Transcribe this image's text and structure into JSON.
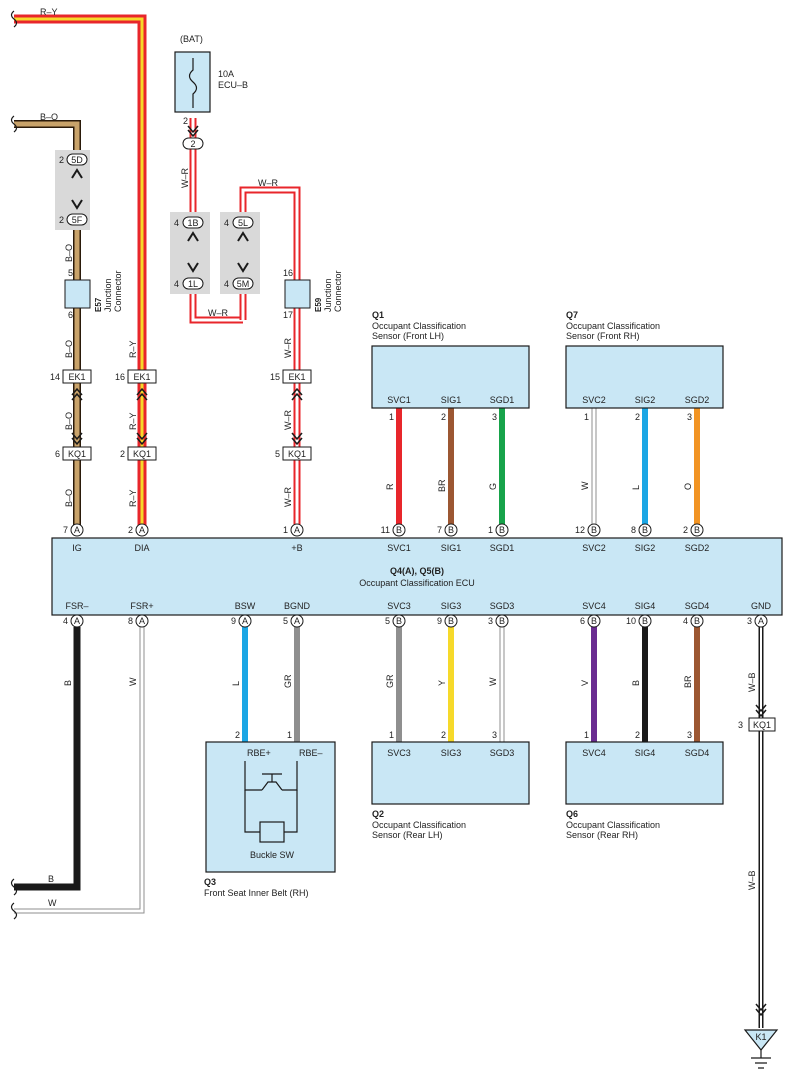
{
  "colors": {
    "red": "#e8262b",
    "yellow": "#f6d92a",
    "tan": "#c9a36a",
    "brown": "#9c5732",
    "green": "#17a34a",
    "blue": "#1aa6e5",
    "orange": "#f29423",
    "gray": "#8f8f8f",
    "violet": "#6a2c91",
    "black": "#1a1a1a",
    "panel": "#c9e7f5",
    "connector_shade": "#d9d9d9"
  },
  "ecu": {
    "title": "Q4(A), Q5(B)",
    "subtitle": "Occupant Classification ECU",
    "top_terminals": [
      {
        "name": "IG",
        "pin": "7",
        "conn": "A"
      },
      {
        "name": "DIA",
        "pin": "2",
        "conn": "A"
      },
      {
        "name": "+B",
        "pin": "1",
        "conn": "A"
      },
      {
        "name": "SVC1",
        "pin": "11",
        "conn": "B"
      },
      {
        "name": "SIG1",
        "pin": "7",
        "conn": "B"
      },
      {
        "name": "SGD1",
        "pin": "1",
        "conn": "B"
      },
      {
        "name": "SVC2",
        "pin": "12",
        "conn": "B"
      },
      {
        "name": "SIG2",
        "pin": "8",
        "conn": "B"
      },
      {
        "name": "SGD2",
        "pin": "2",
        "conn": "B"
      }
    ],
    "bottom_terminals": [
      {
        "name": "FSR–",
        "pin": "4",
        "conn": "A"
      },
      {
        "name": "FSR+",
        "pin": "8",
        "conn": "A"
      },
      {
        "name": "BSW",
        "pin": "9",
        "conn": "A"
      },
      {
        "name": "BGND",
        "pin": "5",
        "conn": "A"
      },
      {
        "name": "SVC3",
        "pin": "5",
        "conn": "B"
      },
      {
        "name": "SIG3",
        "pin": "9",
        "conn": "B"
      },
      {
        "name": "SGD3",
        "pin": "3",
        "conn": "B"
      },
      {
        "name": "SVC4",
        "pin": "6",
        "conn": "B"
      },
      {
        "name": "SIG4",
        "pin": "10",
        "conn": "B"
      },
      {
        "name": "SGD4",
        "pin": "4",
        "conn": "B"
      },
      {
        "name": "GND",
        "pin": "3",
        "conn": "A"
      }
    ]
  },
  "sensors": {
    "q1": {
      "code": "Q1",
      "name": "Occupant Classification",
      "name2": "Sensor (Front LH)",
      "terms": [
        "SVC1",
        "SIG1",
        "SGD1"
      ],
      "pins": [
        "1",
        "2",
        "3"
      ],
      "wires": [
        "R",
        "BR",
        "G"
      ]
    },
    "q7": {
      "code": "Q7",
      "name": "Occupant Classification",
      "name2": "Sensor (Front RH)",
      "terms": [
        "SVC2",
        "SIG2",
        "SGD2"
      ],
      "pins": [
        "1",
        "2",
        "3"
      ],
      "wires": [
        "W",
        "L",
        "O"
      ]
    },
    "q2": {
      "code": "Q2",
      "name": "Occupant Classification",
      "name2": "Sensor (Rear LH)",
      "terms": [
        "SVC3",
        "SIG3",
        "SGD3"
      ],
      "pins": [
        "1",
        "2",
        "3"
      ],
      "wires": [
        "GR",
        "Y",
        "W"
      ]
    },
    "q6": {
      "code": "Q6",
      "name": "Occupant Classification",
      "name2": "Sensor (Rear RH)",
      "terms": [
        "SVC4",
        "SIG4",
        "SGD4"
      ],
      "pins": [
        "1",
        "2",
        "3"
      ],
      "wires": [
        "V",
        "B",
        "BR"
      ]
    }
  },
  "belt": {
    "code": "Q3",
    "name": "Front Seat Inner Belt (RH)",
    "terms": [
      "RBE+",
      "RBE–"
    ],
    "pins": [
      "2",
      "1"
    ],
    "wires": [
      "L",
      "GR"
    ],
    "switch_label": "Buckle SW"
  },
  "battery": {
    "label": "(BAT)",
    "fuse_amp": "10A",
    "fuse_name": "ECU–B",
    "pin": "2",
    "conn": "2"
  },
  "junctions": {
    "e57": {
      "code": "E57",
      "text1": "Junction",
      "text2": "Connector",
      "pin_top": "5",
      "pin_bottom": "6"
    },
    "e59": {
      "code": "E59",
      "text1": "Junction",
      "text2": "Connector",
      "pin_top": "16",
      "pin_bottom": "17"
    }
  },
  "connectors": {
    "c5d": {
      "name": "5D",
      "pin": "2"
    },
    "c5f": {
      "name": "5F",
      "pin": "2"
    },
    "c1b": {
      "name": "1B",
      "pin": "4"
    },
    "c1l": {
      "name": "1L",
      "pin": "4"
    },
    "c5l": {
      "name": "5L",
      "pin": "4"
    },
    "c5m": {
      "name": "5M",
      "pin": "4"
    },
    "ek1": {
      "name": "EK1",
      "pins": [
        "14",
        "16",
        "15"
      ]
    },
    "kq1": {
      "name": "KQ1",
      "pins": [
        "6",
        "2",
        "5"
      ],
      "gnd_pin": "3"
    }
  },
  "ground": {
    "label": "K1"
  },
  "wire_labels": {
    "ry": "R–Y",
    "bo": "B–O",
    "wr": "W–R",
    "wb": "W–B",
    "b": "B",
    "w": "W"
  }
}
